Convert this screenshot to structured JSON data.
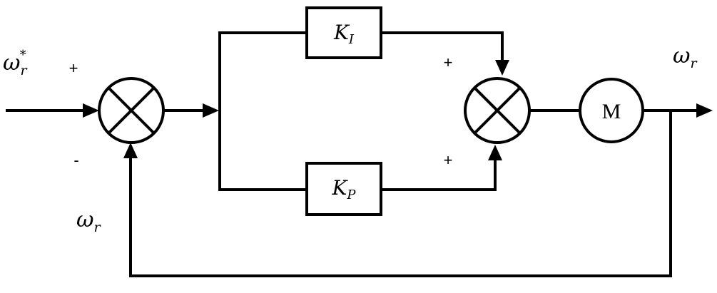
{
  "input_signal": {
    "base": "ω",
    "sub": "r",
    "sup": "*"
  },
  "output_signal": {
    "base": "ω",
    "sub": "r"
  },
  "feedback_signal": {
    "base": "ω",
    "sub": "r"
  },
  "summing_junction_1": {
    "top_sign": "+",
    "bottom_sign": "-"
  },
  "summing_junction_2": {
    "top_sign": "+",
    "bottom_sign": "+"
  },
  "integral_gain_block": {
    "base": "K",
    "sub": "I"
  },
  "proportional_gain_block": {
    "base": "K",
    "sub": "P"
  },
  "motor_block": {
    "label": "M"
  }
}
